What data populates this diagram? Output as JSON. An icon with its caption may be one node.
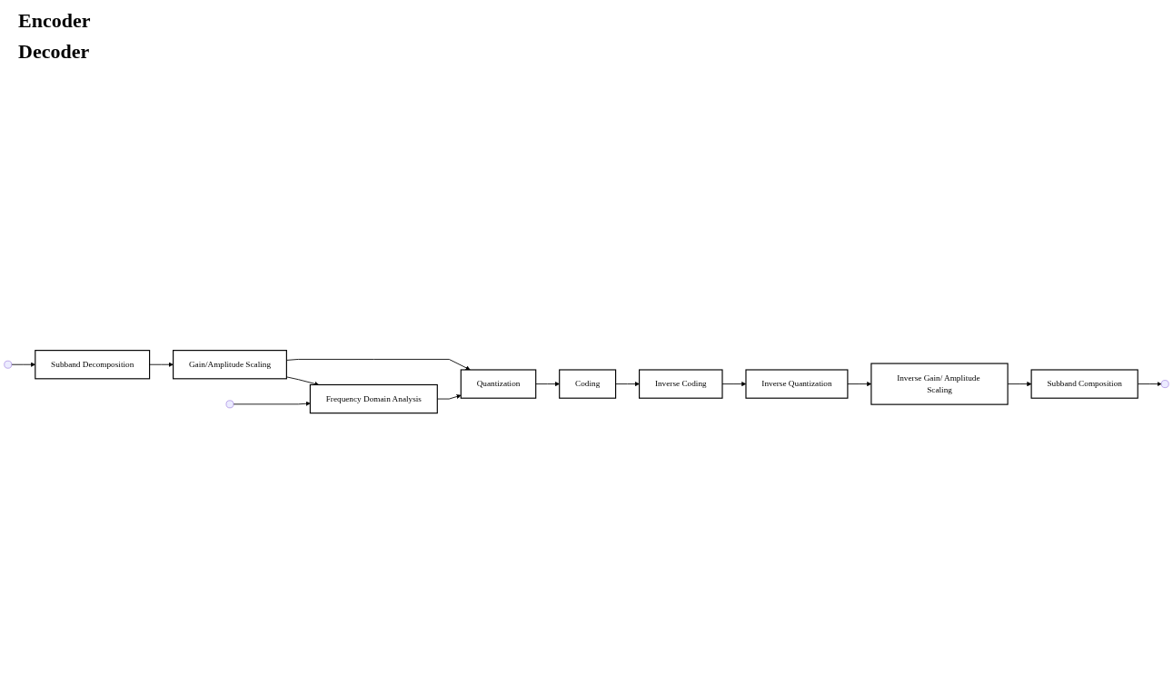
{
  "diagram": {
    "nodes": [
      {
        "text": [
          "Subband Decomposition"
        ]
      },
      {
        "text": [
          "Gain/Amplitude Scaling"
        ]
      },
      {
        "text": [
          "Quantization"
        ]
      },
      {
        "text": [
          "Coding"
        ]
      },
      {
        "text": [
          "Frequency Domain Analysis"
        ]
      },
      {
        "text": [
          "Inverse Coding"
        ]
      },
      {
        "text": [
          "Inverse Quantization"
        ]
      },
      {
        "text": [
          "Inverse Gain/ Amplitude Scaling"
        ]
      },
      {
        "text": [
          "Subband Composition"
        ]
      }
    ],
    "edges": [
      {
        "from": null,
        "to": 0,
        "arrow": "to"
      },
      {
        "from": null,
        "to": 4,
        "arrow": "to"
      },
      {
        "from": 0,
        "to": 1,
        "arrow": "to"
      },
      {
        "from": 1,
        "to": 2,
        "arrow": "to"
      },
      {
        "from": 2,
        "to": 3,
        "arrow": "to"
      },
      {
        "from": 1,
        "to": 4,
        "arrow": "to"
      },
      {
        "from": 4,
        "to": 2,
        "arrow": "to"
      },
      {
        "from": 3,
        "to": 5,
        "arrow": "to"
      },
      {
        "from": 5,
        "to": 6,
        "arrow": "to"
      },
      {
        "from": 6,
        "to": 7,
        "arrow": "to"
      },
      {
        "from": 7,
        "to": 8,
        "arrow": "to"
      },
      {
        "from": 8,
        "to": null,
        "arrow": "to"
      }
    ],
    "labels": [
      "Encoder",
      "Decoder"
    ]
  }
}
